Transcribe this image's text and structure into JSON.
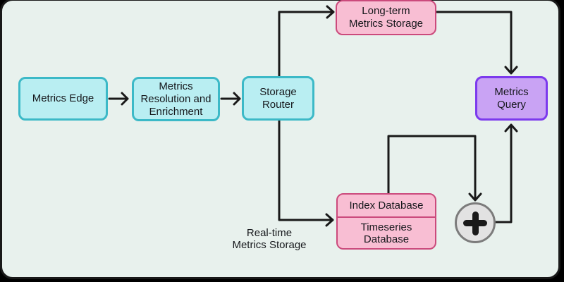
{
  "nodes": {
    "metrics_edge": {
      "lines": [
        "Metrics Edge"
      ]
    },
    "metrics_resolution": {
      "lines": [
        "Metrics",
        "Resolution and",
        "Enrichment"
      ]
    },
    "storage_router": {
      "lines": [
        "Storage",
        "Router"
      ]
    },
    "long_term_storage": {
      "lines": [
        "Long-term",
        "Metrics Storage"
      ]
    },
    "metrics_query": {
      "lines": [
        "Metrics",
        "Query"
      ]
    },
    "index_database": {
      "lines": [
        "Index Database"
      ]
    },
    "timeseries_database": {
      "lines": [
        "Timeseries",
        "Database"
      ]
    },
    "aggregator": {
      "icon": "plus-icon"
    }
  },
  "labels": {
    "real_time": {
      "lines": [
        "Real-time",
        "Metrics Storage"
      ]
    }
  },
  "colors": {
    "background": "#000000",
    "canvas": "#e8f1ed",
    "line": "#191919",
    "text": "#16181c",
    "cyan_fill": "#b9eef2",
    "cyan_border": "#3cb9c7",
    "pink_fill": "#f8bed3",
    "pink_border": "#cb4a7c",
    "purple_fill": "#c9a3f4",
    "purple_border": "#7c3aed",
    "gray_fill": "#e2e2e2",
    "gray_border": "#7c7c7c"
  }
}
